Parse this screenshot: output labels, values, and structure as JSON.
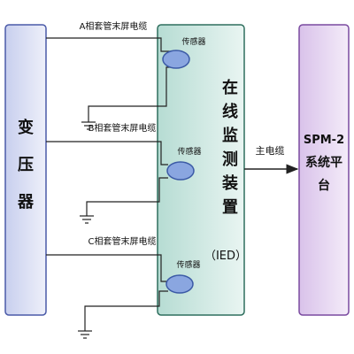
{
  "transformer": {
    "label": [
      "变",
      "压",
      "器"
    ]
  },
  "monitor": {
    "label": [
      "在",
      "线",
      "监",
      "测",
      "装",
      "置"
    ],
    "sub_label": "（IED）"
  },
  "platform": {
    "label": [
      "SPM-2",
      "系统平",
      "台"
    ]
  },
  "main_cable": {
    "label": "主电缆"
  },
  "cables": [
    {
      "label": "A相套管末屏电缆"
    },
    {
      "label": "B相套管末屏电缆"
    },
    {
      "label": "C相套管末屏电缆"
    }
  ],
  "sensors": [
    {
      "label": "传感器"
    },
    {
      "label": "传感器"
    },
    {
      "label": "传感器"
    }
  ],
  "colors": {
    "transformer_fill": "#d7dcf0",
    "transformer_stroke": "#4a5aa8",
    "monitor_fill": "#cfe6e0",
    "monitor_stroke": "#2f6f5e",
    "platform_fill": "#e7d6f0",
    "platform_stroke": "#7a4aa0",
    "sensor_fill": "#8aa6e0",
    "sensor_stroke": "#3b5aa6",
    "wire": "#222222"
  }
}
